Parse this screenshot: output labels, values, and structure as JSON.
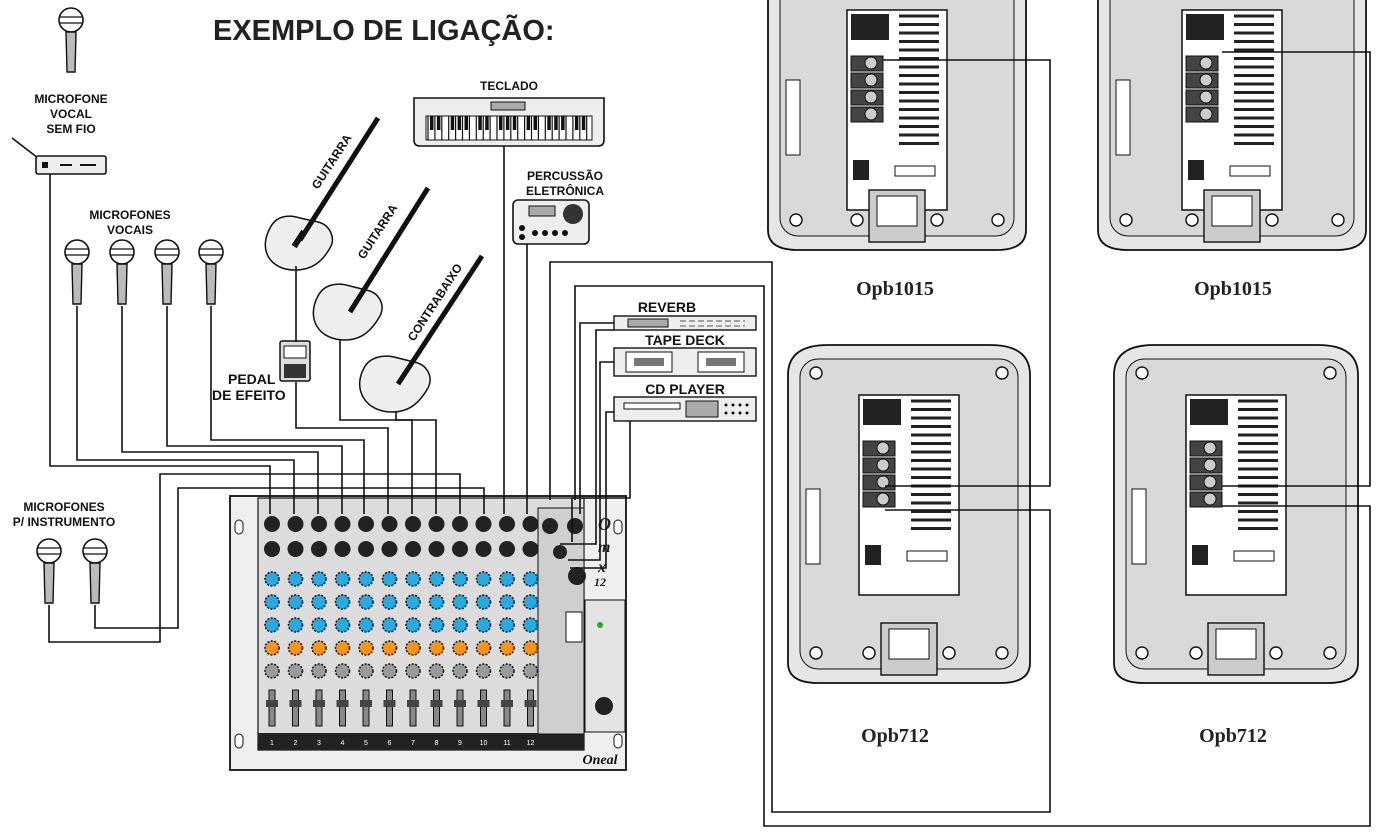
{
  "title": "EXEMPLO DE LIGAÇÃO:",
  "sources": {
    "wireless_mic": [
      "MICROFONE",
      "VOCAL",
      "SEM FIO"
    ],
    "vocal_mics": [
      "MICROFONES",
      "VOCAIS"
    ],
    "instrument_mics": [
      "MICROFONES",
      "P/ INSTRUMENTO"
    ],
    "guitar_1": "GUITARRA",
    "guitar_2": "GUITARRA",
    "bass": "CONTRABAIXO",
    "pedal": [
      "PEDAL",
      "DE EFEITO"
    ],
    "keyboard": "TECLADO",
    "percussion": [
      "PERCUSSÃO",
      "ELETRÔNICA"
    ],
    "reverb": "REVERB",
    "tape_deck": "TAPE DECK",
    "cd_player": "CD PLAYER"
  },
  "mixer": {
    "brand": "Oneal",
    "model": [
      "O",
      "m",
      "x",
      "12"
    ],
    "channel_numbers": [
      "1",
      "2",
      "3",
      "4",
      "5",
      "6",
      "7",
      "8",
      "9",
      "10",
      "11",
      "12"
    ]
  },
  "speakers": [
    {
      "name": "Opb1015"
    },
    {
      "name": "Opb1015"
    },
    {
      "name": "Opb712"
    },
    {
      "name": "Opb712"
    }
  ],
  "colors": {
    "knob_blue": "#29a9e0",
    "knob_orange": "#f7941d",
    "fader_red": "#d7262b",
    "cabinet_gray": "#e6e6e6"
  }
}
